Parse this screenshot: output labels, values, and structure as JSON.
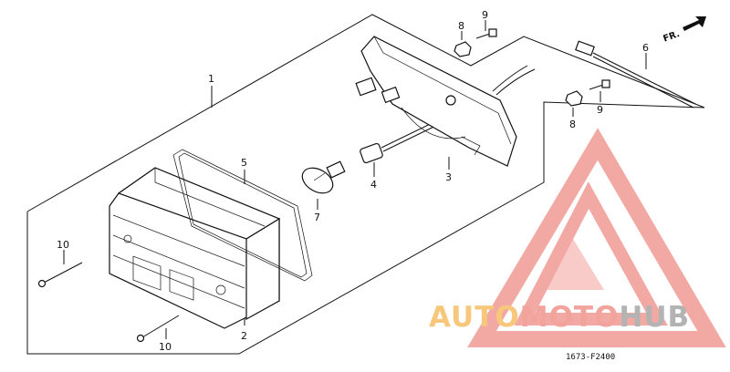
{
  "diagram": {
    "callouts": {
      "c1": "1",
      "c2": "2",
      "c3": "3",
      "c4": "4",
      "c5": "5",
      "c6": "6",
      "c7": "7",
      "c8a": "8",
      "c8b": "8",
      "c9a": "9",
      "c9b": "9",
      "c10a": "10",
      "c10b": "10"
    },
    "direction_label": "FR.",
    "diagram_code": "1673-F2400"
  },
  "watermark": {
    "word_part1": "AUTO",
    "word_part2": "MOTO",
    "word_part3": "HUB",
    "colors": {
      "part1": "#f7c77b",
      "part2": "#f2a39c",
      "part3": "#b3b3b3",
      "triangle": "#f09a94"
    }
  }
}
